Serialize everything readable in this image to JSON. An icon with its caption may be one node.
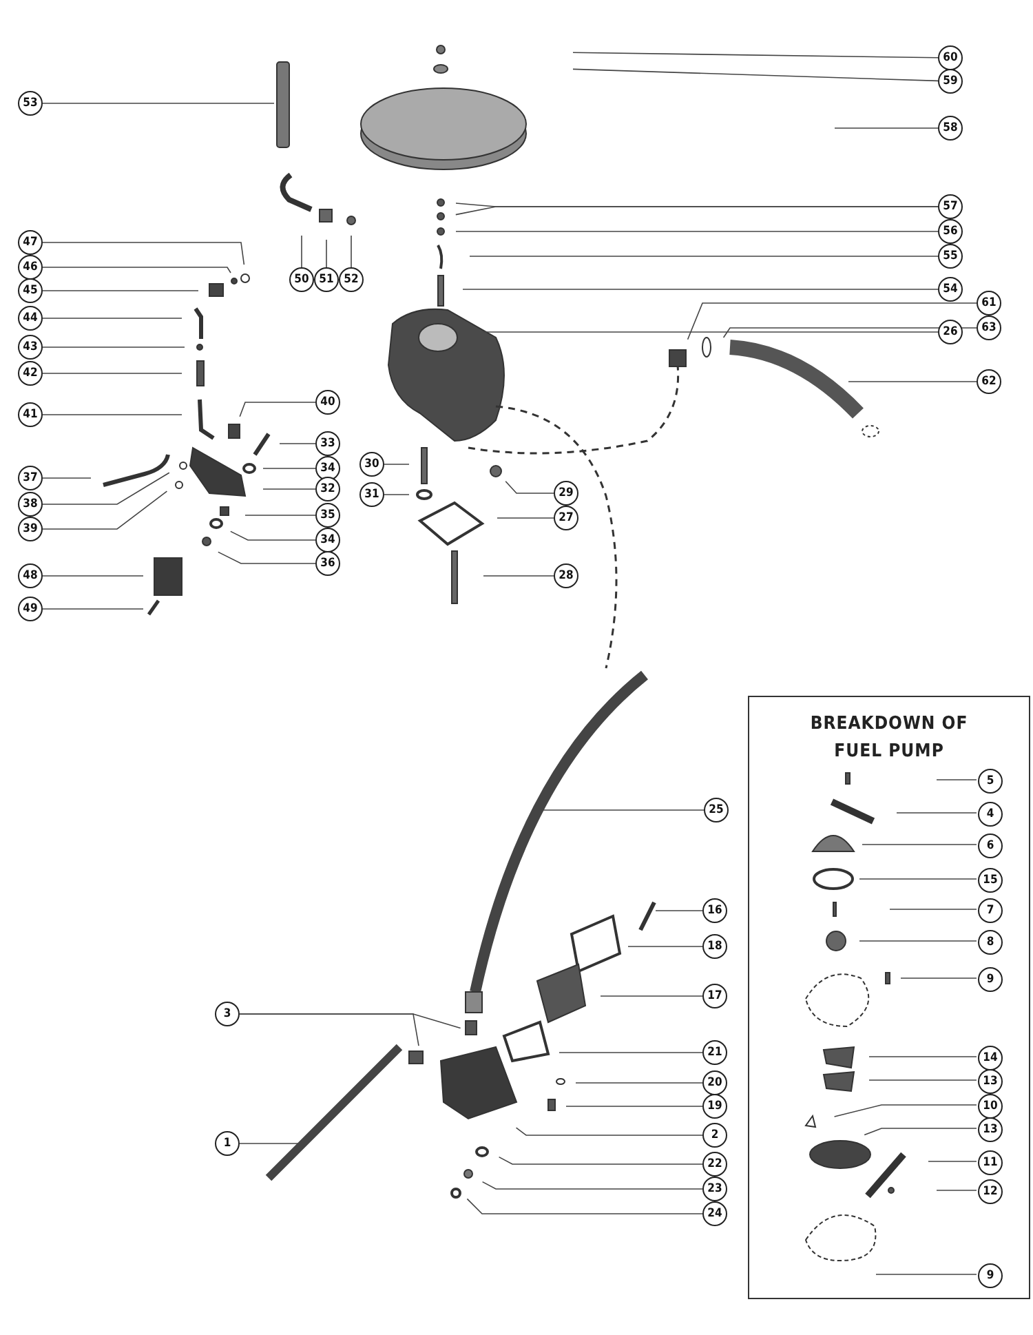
{
  "diagram": {
    "nodes": [
      {
        "text": [
          "60"
        ]
      },
      {
        "text": [
          "59"
        ]
      },
      {
        "text": [
          "53"
        ]
      },
      {
        "text": [
          "58"
        ]
      },
      {
        "text": [
          "57"
        ]
      },
      {
        "text": [
          "56"
        ]
      },
      {
        "text": [
          "47"
        ]
      },
      {
        "text": [
          "55"
        ]
      },
      {
        "text": [
          "46"
        ]
      },
      {
        "text": [
          "50"
        ]
      },
      {
        "text": [
          "51"
        ]
      },
      {
        "text": [
          "52"
        ]
      },
      {
        "text": [
          "54"
        ]
      },
      {
        "text": [
          "45"
        ]
      },
      {
        "text": [
          "61"
        ]
      },
      {
        "text": [
          "44"
        ]
      },
      {
        "text": [
          "63"
        ]
      },
      {
        "text": [
          "26"
        ]
      },
      {
        "text": [
          "43"
        ]
      },
      {
        "text": [
          "42"
        ]
      },
      {
        "text": [
          "62"
        ]
      },
      {
        "text": [
          "40"
        ]
      },
      {
        "text": [
          "41"
        ]
      },
      {
        "text": [
          "33"
        ]
      },
      {
        "text": [
          "30"
        ]
      },
      {
        "text": [
          "34"
        ]
      },
      {
        "text": [
          "37"
        ]
      },
      {
        "text": [
          "32"
        ]
      },
      {
        "text": [
          "29"
        ]
      },
      {
        "text": [
          "31"
        ]
      },
      {
        "text": [
          "38"
        ]
      },
      {
        "text": [
          "35"
        ]
      },
      {
        "text": [
          "27"
        ]
      },
      {
        "text": [
          "39"
        ]
      },
      {
        "text": [
          "34"
        ]
      },
      {
        "text": [
          "36"
        ]
      },
      {
        "text": [
          "48"
        ]
      },
      {
        "text": [
          "28"
        ]
      },
      {
        "text": [
          "49"
        ]
      },
      {
        "text": [
          "BREAKDOWN OF FUEL PUMP"
        ]
      },
      {
        "text": [
          "5"
        ],
        "in": 39
      },
      {
        "text": [
          "4"
        ],
        "in": 39
      },
      {
        "text": [
          "25"
        ]
      },
      {
        "text": [
          "6"
        ],
        "in": 39
      },
      {
        "text": [
          "15"
        ],
        "in": 39
      },
      {
        "text": [
          "7"
        ],
        "in": 39
      },
      {
        "text": [
          "16"
        ]
      },
      {
        "text": [
          "8"
        ],
        "in": 39
      },
      {
        "text": [
          "18"
        ]
      },
      {
        "text": [
          "9"
        ],
        "in": 39
      },
      {
        "text": [
          "17"
        ]
      },
      {
        "text": [
          "3"
        ]
      },
      {
        "text": [
          "21"
        ]
      },
      {
        "text": [
          "14"
        ],
        "in": 39
      },
      {
        "text": [
          "13"
        ],
        "in": 39
      },
      {
        "text": [
          "20"
        ]
      },
      {
        "text": [
          "10"
        ],
        "in": 39
      },
      {
        "text": [
          "19"
        ]
      },
      {
        "text": [
          "13"
        ],
        "in": 39
      },
      {
        "text": [
          "2"
        ]
      },
      {
        "text": [
          "1"
        ]
      },
      {
        "text": [
          "11"
        ],
        "in": 39
      },
      {
        "text": [
          "22"
        ]
      },
      {
        "text": [
          "23"
        ]
      },
      {
        "text": [
          "12"
        ],
        "in": 39
      },
      {
        "text": [
          "24"
        ]
      },
      {
        "text": [
          "9"
        ],
        "in": 39
      }
    ],
    "edges": [
      {
        "from": 0,
        "to": null,
        "arrow": "none"
      },
      {
        "from": 1,
        "to": null,
        "arrow": "none"
      },
      {
        "from": 2,
        "to": null,
        "arrow": "none"
      },
      {
        "from": 3,
        "to": null,
        "arrow": "none"
      },
      {
        "from": 4,
        "to": null,
        "arrow": "none"
      },
      {
        "from": 4,
        "to": null,
        "arrow": "none"
      },
      {
        "from": 5,
        "to": null,
        "arrow": "none"
      },
      {
        "from": 6,
        "to": null,
        "arrow": "none"
      },
      {
        "from": 7,
        "to": null,
        "arrow": "none"
      },
      {
        "from": 8,
        "to": null,
        "arrow": "none"
      },
      {
        "from": 9,
        "to": null,
        "arrow": "none"
      },
      {
        "from": 10,
        "to": null,
        "arrow": "none"
      },
      {
        "from": 11,
        "to": null,
        "arrow": "none"
      },
      {
        "from": 12,
        "to": null,
        "arrow": "none"
      },
      {
        "from": 13,
        "to": null,
        "arrow": "none"
      },
      {
        "from": 14,
        "to": null,
        "arrow": "none"
      },
      {
        "from": 15,
        "to": null,
        "arrow": "none"
      },
      {
        "from": 16,
        "to": null,
        "arrow": "none"
      },
      {
        "from": 17,
        "to": null,
        "arrow": "none"
      },
      {
        "from": 18,
        "to": null,
        "arrow": "none"
      },
      {
        "from": 19,
        "to": null,
        "arrow": "none"
      },
      {
        "from": 20,
        "to": null,
        "arrow": "none"
      },
      {
        "from": 21,
        "to": null,
        "arrow": "none"
      },
      {
        "from": 22,
        "to": null,
        "arrow": "none"
      },
      {
        "from": 23,
        "to": null,
        "arrow": "none"
      },
      {
        "from": 24,
        "to": null,
        "arrow": "none"
      },
      {
        "from": 25,
        "to": null,
        "arrow": "none"
      },
      {
        "from": 26,
        "to": null,
        "arrow": "none"
      },
      {
        "from": 27,
        "to": null,
        "arrow": "none"
      },
      {
        "from": 28,
        "to": null,
        "arrow": "none"
      },
      {
        "from": 29,
        "to": null,
        "arrow": "none"
      },
      {
        "from": 30,
        "to": null,
        "arrow": "none"
      },
      {
        "from": 31,
        "to": null,
        "arrow": "none"
      },
      {
        "from": 32,
        "to": null,
        "arrow": "none"
      },
      {
        "from": 33,
        "to": null,
        "arrow": "none"
      },
      {
        "from": 34,
        "to": null,
        "arrow": "none"
      },
      {
        "from": 35,
        "to": null,
        "arrow": "none"
      },
      {
        "from": 36,
        "to": null,
        "arrow": "none"
      },
      {
        "from": 37,
        "to": null,
        "arrow": "none"
      },
      {
        "from": 38,
        "to": null,
        "arrow": "none"
      },
      {
        "from": 40,
        "to": null,
        "arrow": "none"
      },
      {
        "from": 41,
        "to": null,
        "arrow": "none"
      },
      {
        "from": 42,
        "to": null,
        "arrow": "none"
      },
      {
        "from": 43,
        "to": null,
        "arrow": "none"
      },
      {
        "from": 44,
        "to": null,
        "arrow": "none"
      },
      {
        "from": 45,
        "to": null,
        "arrow": "none"
      },
      {
        "from": 46,
        "to": null,
        "arrow": "none"
      },
      {
        "from": 47,
        "to": null,
        "arrow": "none"
      },
      {
        "from": 48,
        "to": null,
        "arrow": "none"
      },
      {
        "from": 49,
        "to": null,
        "arrow": "none"
      },
      {
        "from": 50,
        "to": null,
        "arrow": "none"
      },
      {
        "from": 51,
        "to": null,
        "arrow": "none"
      },
      {
        "from": 51,
        "to": null,
        "arrow": "none"
      },
      {
        "from": 52,
        "to": null,
        "arrow": "none"
      },
      {
        "from": 53,
        "to": null,
        "arrow": "none"
      },
      {
        "from": 54,
        "to": null,
        "arrow": "none"
      },
      {
        "from": 55,
        "to": null,
        "arrow": "none"
      },
      {
        "from": 56,
        "to": null,
        "arrow": "none"
      },
      {
        "from": 57,
        "to": null,
        "arrow": "none"
      },
      {
        "from": 58,
        "to": null,
        "arrow": "none"
      },
      {
        "from": 59,
        "to": null,
        "arrow": "none"
      },
      {
        "from": 60,
        "to": null,
        "arrow": "none"
      },
      {
        "from": 61,
        "to": null,
        "arrow": "none"
      },
      {
        "from": 62,
        "to": null,
        "arrow": "none"
      },
      {
        "from": 63,
        "to": null,
        "arrow": "none"
      },
      {
        "from": 64,
        "to": null,
        "arrow": "none"
      },
      {
        "from": 65,
        "to": null,
        "arrow": "none"
      },
      {
        "from": 66,
        "to": null,
        "arrow": "none"
      }
    ]
  }
}
